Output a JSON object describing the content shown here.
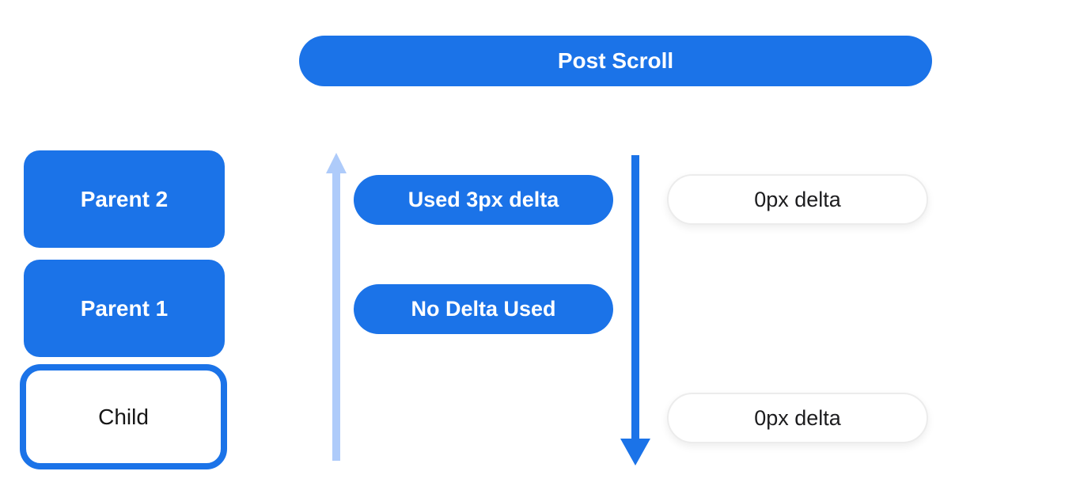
{
  "diagram_title": "Post Scroll",
  "colors": {
    "primary_blue": "#1B73E8",
    "light_blue_arrow": "#AECBFA",
    "white": "#FFFFFF",
    "white_pill_border": "#ECECEC",
    "dark_text": "#1C1C1E"
  },
  "left_stack": {
    "items": [
      {
        "label": "Parent 2",
        "variant": "filled-blue"
      },
      {
        "label": "Parent 1",
        "variant": "filled-blue"
      },
      {
        "label": "Child",
        "variant": "white-outlined-blue"
      }
    ]
  },
  "center_column": {
    "pills": [
      {
        "label": "Used 3px delta",
        "variant": "filled-blue"
      },
      {
        "label": "No Delta Used",
        "variant": "filled-blue"
      }
    ]
  },
  "right_column": {
    "pills": [
      {
        "label": "0px delta",
        "variant": "white-outlined-gray"
      },
      {
        "label": "0px delta",
        "variant": "white-outlined-gray"
      }
    ]
  },
  "arrows": {
    "up": {
      "direction": "up",
      "color": "#AECBFA"
    },
    "down": {
      "direction": "down",
      "color": "#1B73E8"
    }
  }
}
